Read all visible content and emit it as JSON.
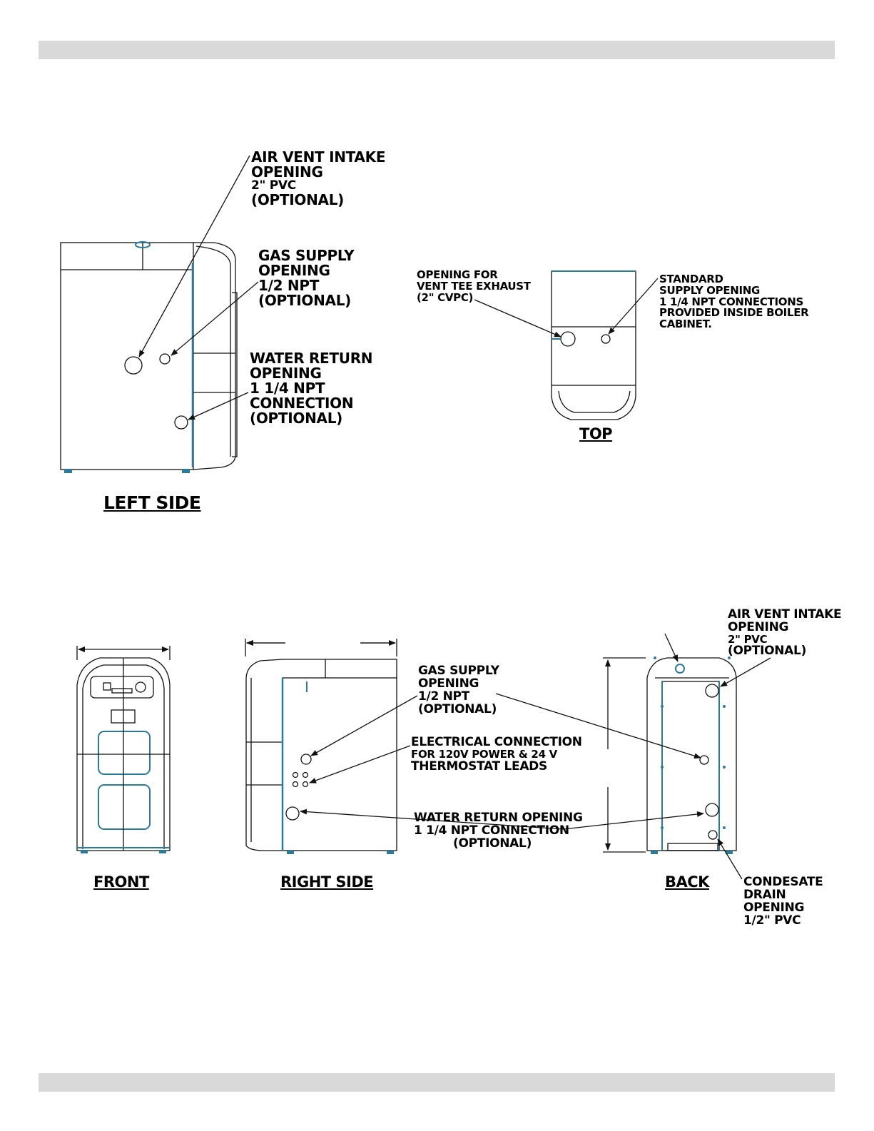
{
  "colors": {
    "accent": "#2a7a99",
    "line": "#111111",
    "bar": "#d9d9d9"
  },
  "left_side": {
    "title": "LEFT SIDE",
    "air_vent": [
      "AIR VENT INTAKE",
      "OPENING",
      "2\" PVC",
      "(OPTIONAL)"
    ],
    "gas_supply": [
      "GAS SUPPLY",
      "OPENING",
      "1/2 NPT",
      "(OPTIONAL)"
    ],
    "water_return": [
      "WATER RETURN",
      "OPENING",
      "1 1/4 NPT",
      "CONNECTION",
      "(OPTIONAL)"
    ]
  },
  "top_view": {
    "title": "TOP",
    "vent_tee": [
      "OPENING FOR",
      "VENT TEE EXHAUST",
      "(2\" CVPC)"
    ],
    "standard_supply": [
      "STANDARD",
      "SUPPLY OPENING",
      "1 1/4 NPT CONNECTIONS",
      "PROVIDED INSIDE BOILER",
      "CABINET."
    ]
  },
  "front_view": {
    "title": "FRONT"
  },
  "right_side": {
    "title": "RIGHT SIDE",
    "gas_supply": [
      "GAS SUPPLY",
      "OPENING",
      "1/2 NPT",
      "(OPTIONAL)"
    ],
    "electrical": [
      "ELECTRICAL CONNECTION",
      "FOR 120V POWER & 24 V",
      "THERMOSTAT LEADS"
    ],
    "water_return": [
      "WATER RETURN OPENING",
      "1 1/4 NPT CONNECTION",
      "(OPTIONAL)"
    ]
  },
  "back_view": {
    "title": "BACK",
    "air_vent": [
      "AIR VENT INTAKE",
      "OPENING",
      "2\" PVC",
      "(OPTIONAL)"
    ],
    "condensate": [
      "CONDESATE",
      "DRAIN",
      "OPENING",
      "1/2\" PVC"
    ]
  }
}
